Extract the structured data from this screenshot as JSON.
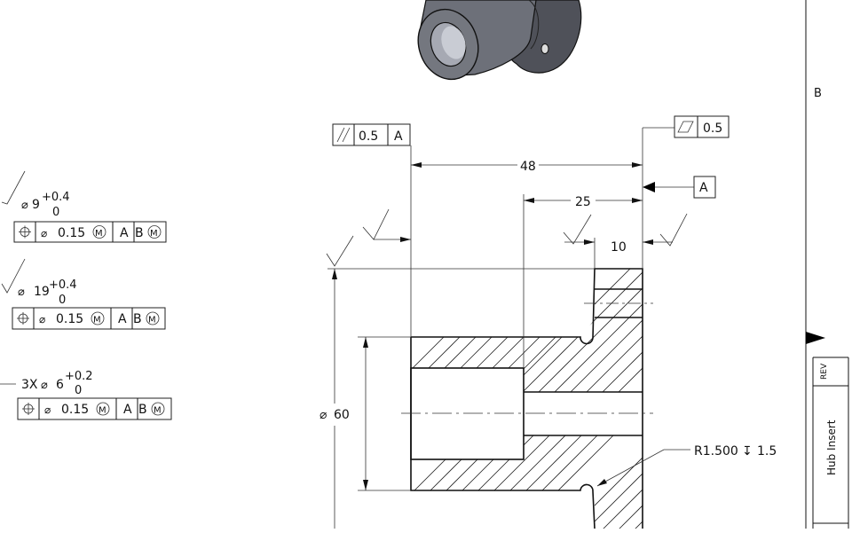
{
  "zone_letter": "B",
  "title_block": {
    "rev_label": "REV",
    "part_title": "Hub Insert"
  },
  "callouts": [
    {
      "id": "c1",
      "size": "9",
      "tol_upper": "+0.4",
      "tol_lower": "0",
      "fcf": {
        "tol": "0.15",
        "datums": [
          "A",
          "B"
        ]
      }
    },
    {
      "id": "c2",
      "size": "19",
      "tol_upper": "+0.4",
      "tol_lower": "0",
      "fcf": {
        "tol": "0.15",
        "datums": [
          "A",
          "B"
        ]
      }
    },
    {
      "id": "c3",
      "prefix": "3X",
      "size": "6",
      "tol_upper": "+0.2",
      "tol_lower": "0",
      "fcf": {
        "tol": "0.15",
        "datums": [
          "A",
          "B"
        ]
      }
    }
  ],
  "parallelism_fcf": {
    "tol": "0.5",
    "datum": "A"
  },
  "flatness_fcf": {
    "tol": "0.5"
  },
  "datum_a": "A",
  "dimensions": {
    "overall_length": "48",
    "bore_depth": "25",
    "flange_width": "10",
    "diameter": "60",
    "radius_note": "R1.500",
    "radius_depth": "1.5"
  }
}
